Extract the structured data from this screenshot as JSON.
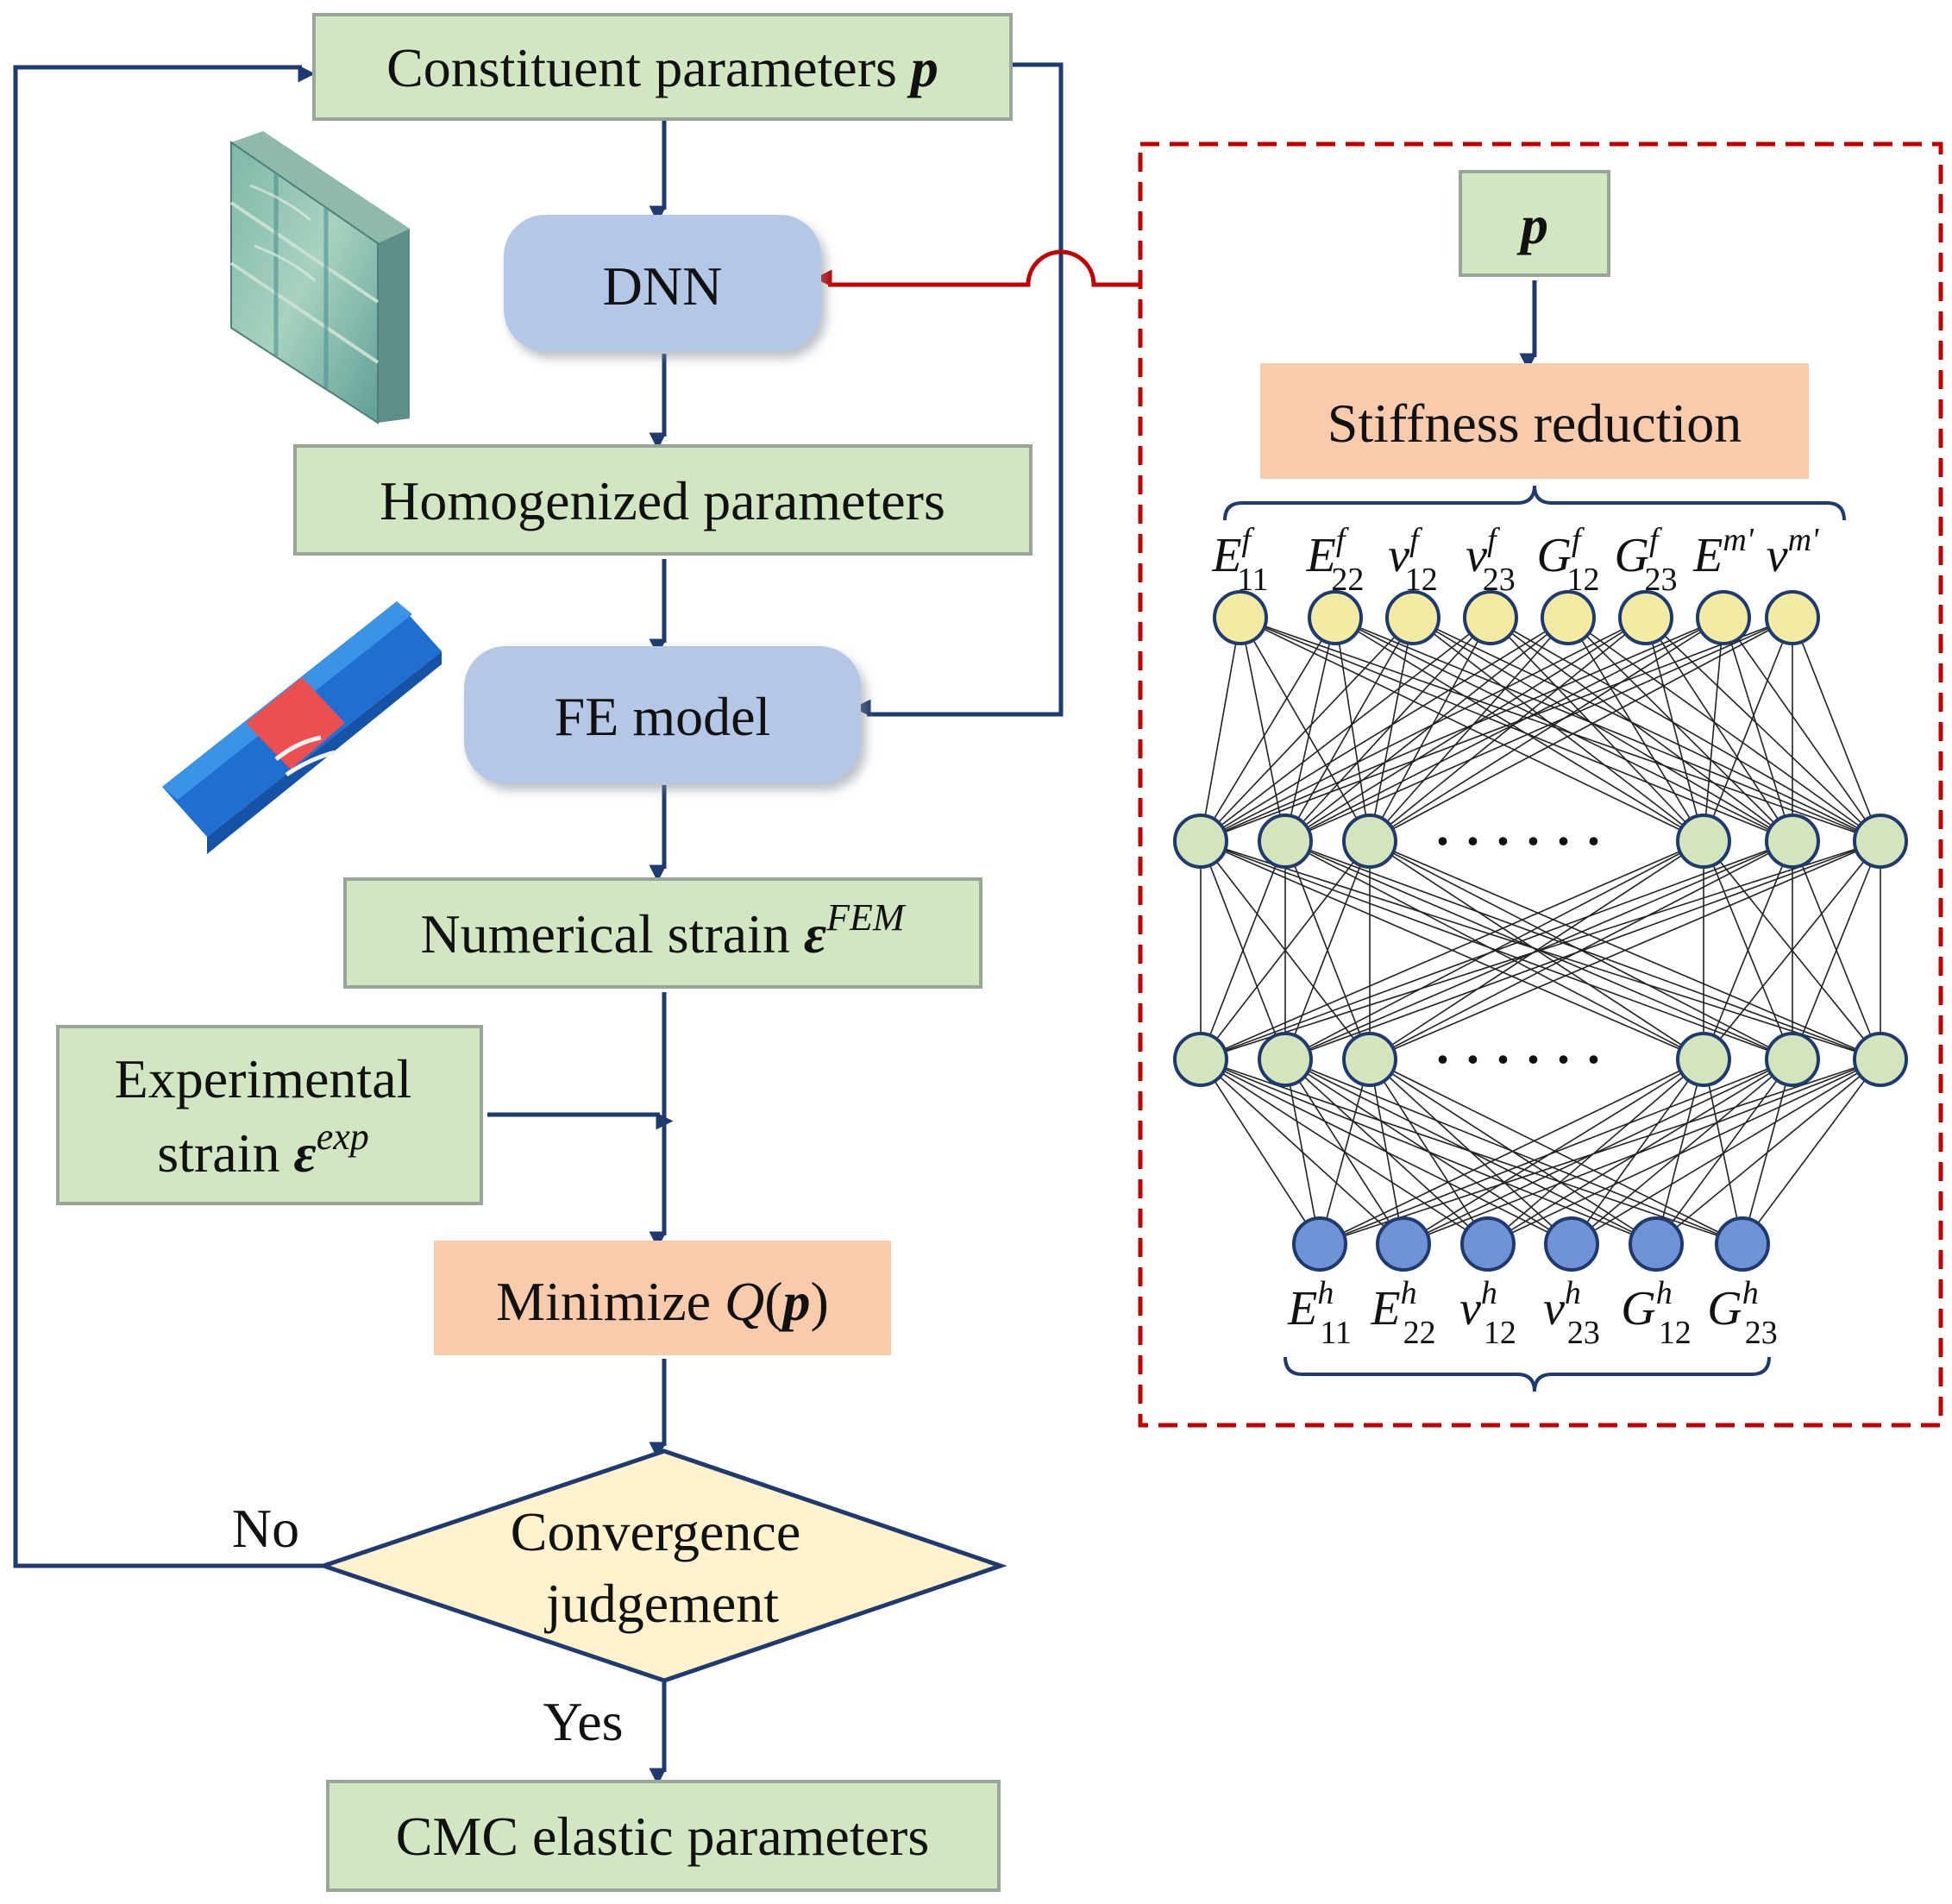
{
  "flow": {
    "constituent_label": "Constituent parameters ",
    "constituent_symbol": "p",
    "dnn_label": "DNN",
    "homogenized_label": "Homogenized parameters",
    "fe_label": "FE model",
    "numerical_label": "Numerical strain ",
    "numerical_symbol": "ε",
    "numerical_sup": "FEM",
    "experimental_line1": "Experimental",
    "experimental_line2": "strain ",
    "experimental_symbol": "ε",
    "experimental_sup": "exp",
    "minimize_label": "Minimize ",
    "minimize_q": "Q",
    "minimize_open": "(",
    "minimize_p": "p",
    "minimize_close": ")",
    "convergence_line1": "Convergence",
    "convergence_line2": "judgement",
    "no_label": "No",
    "yes_label": "Yes",
    "cmc_label": "CMC elastic parameters"
  },
  "network": {
    "input_symbol": "p",
    "stiffness_label": "Stiffness reduction",
    "ellipsis": "· · · · · ·",
    "inputs": [
      {
        "base": "E",
        "sub": "11",
        "sup": "f"
      },
      {
        "base": "E",
        "sub": "22",
        "sup": "f"
      },
      {
        "base": "ν",
        "sub": "12",
        "sup": "f"
      },
      {
        "base": "ν",
        "sub": "23",
        "sup": "f"
      },
      {
        "base": "G",
        "sub": "12",
        "sup": "f"
      },
      {
        "base": "G",
        "sub": "23",
        "sup": "f"
      },
      {
        "base": "E",
        "sub": "",
        "sup": "m'"
      },
      {
        "base": "ν",
        "sub": "",
        "sup": "m'"
      }
    ],
    "outputs": [
      {
        "base": "E",
        "sub": "11",
        "sup": "h"
      },
      {
        "base": "E",
        "sub": "22",
        "sup": "h"
      },
      {
        "base": "ν",
        "sub": "12",
        "sup": "h"
      },
      {
        "base": "ν",
        "sub": "23",
        "sup": "h"
      },
      {
        "base": "G",
        "sub": "12",
        "sup": "h"
      },
      {
        "base": "G",
        "sub": "23",
        "sup": "h"
      }
    ]
  },
  "colors": {
    "box_green": "#d2e6c2",
    "box_blue": "#b4c7e7",
    "box_orange": "#f8cbad",
    "diamond_yellow": "#fff2cc",
    "arrow_navy": "#1f3a6e",
    "arrow_red": "#c00000",
    "node_yellow": "#f3eaa3",
    "node_green": "#d4e4bd",
    "node_blue": "#6f93d6"
  }
}
